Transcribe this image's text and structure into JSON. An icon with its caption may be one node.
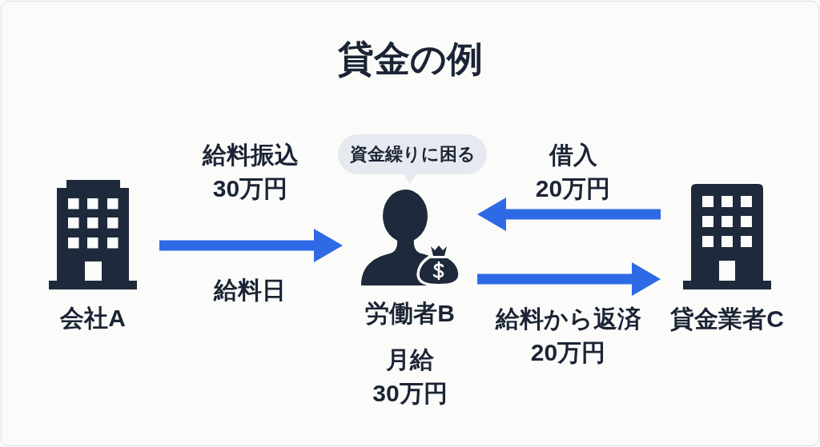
{
  "diagram": {
    "title": "貸金の例",
    "nodes": [
      {
        "text": [
          "会社A"
        ]
      },
      {
        "text": [
          "資金繰りに困る"
        ]
      },
      {
        "text": [
          "労働者B",
          "月給 30万円"
        ]
      },
      {
        "text": [
          "貸金業者C"
        ]
      }
    ],
    "edges": [
      {
        "from": 0,
        "to": 2,
        "arrow": "to",
        "label": "給料振込 30万円"
      },
      {
        "from": 3,
        "to": 2,
        "arrow": "to",
        "label": "借入 20万円"
      },
      {
        "from": 2,
        "to": 3,
        "arrow": "to",
        "label": "給料から返済 20万円"
      }
    ],
    "labels": [
      "給料日"
    ]
  }
}
